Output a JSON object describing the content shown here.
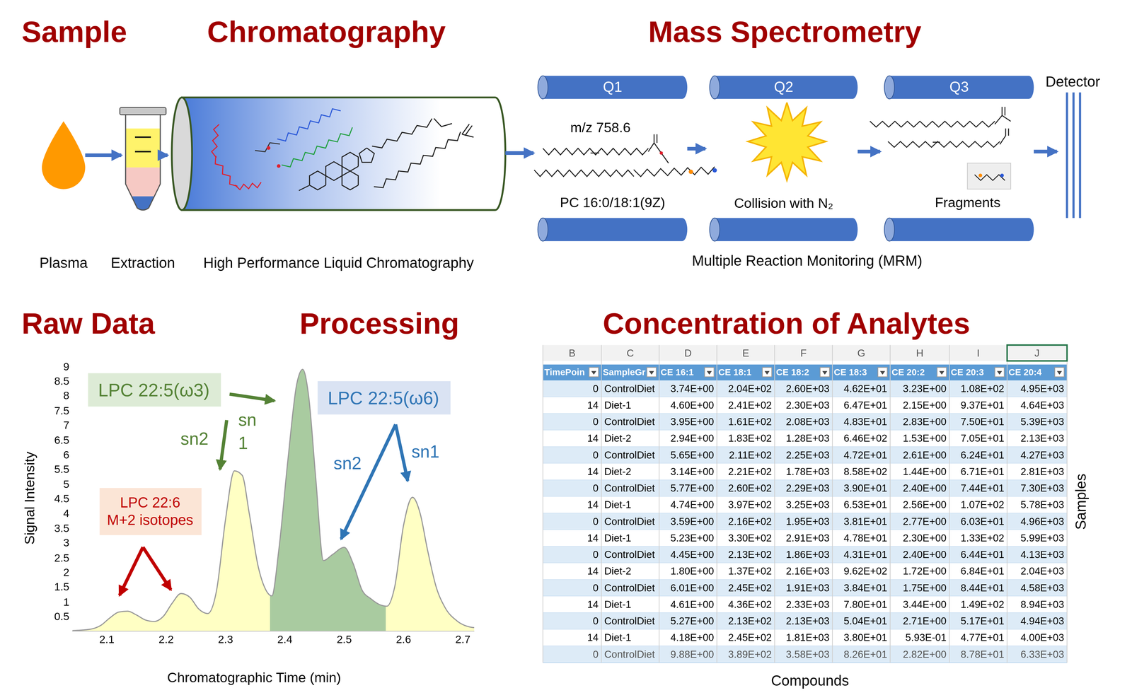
{
  "diagram": {
    "nodes": [
      {
        "text": [
          "Plasma"
        ]
      },
      {
        "text": [
          "Extraction"
        ]
      },
      {
        "text": [
          "High Performance Liquid Chromatography"
        ]
      },
      {
        "text": [
          "Q1",
          "m/z 758.6",
          "PC 16:0/18:1(9Z)"
        ]
      },
      {
        "text": [
          "Q2",
          "Collision with N₂"
        ]
      },
      {
        "text": [
          "Q3",
          "Fragments"
        ]
      },
      {
        "text": [
          "Detector"
        ]
      },
      {
        "text": [
          "LPC 22:5(ω3)"
        ]
      },
      {
        "text": [
          "LPC 22:5(ω6)"
        ]
      },
      {
        "text": [
          "LPC 22:6 M+2 isotopes"
        ]
      }
    ],
    "edges": [
      {
        "from": 0,
        "to": 1,
        "arrow": "to"
      },
      {
        "from": 1,
        "to": 2,
        "arrow": "to"
      },
      {
        "from": 2,
        "to": 3,
        "arrow": "to"
      },
      {
        "from": 3,
        "to": 4,
        "arrow": "to"
      },
      {
        "from": 4,
        "to": 5,
        "arrow": "to"
      },
      {
        "from": 5,
        "to": 6,
        "arrow": "to"
      }
    ],
    "labels": [
      "Sample",
      "Chromatography",
      "Mass Spectrometry",
      "Raw Data",
      "Processing",
      "Concentration of Analytes",
      "Multiple Reaction Monitoring (MRM)",
      "Signal Intensity",
      "Chromatographic Time (min)",
      "9",
      "8.5",
      "8",
      "7.5",
      "7",
      "6.5",
      "6",
      "5.5",
      "5",
      "4.5",
      "4",
      "3.5",
      "3",
      "2.5",
      "2",
      "1.5",
      "1",
      "0.5",
      "2.1",
      "2.2",
      "2.3",
      "2.4",
      "2.5",
      "2.6",
      "2.7",
      "sn2",
      "sn 1",
      "sn2",
      "sn1",
      "Samples",
      "Compounds",
      "B",
      "C",
      "D",
      "E",
      "F",
      "G",
      "H",
      "I",
      "J",
      "TimePoin",
      "SampleGr",
      "CE 16:1",
      "CE 18:1",
      "CE 18:2",
      "CE 18:3",
      "CE 20:2",
      "CE 20:3",
      "CE 20:4",
      "0",
      "ControlDiet",
      "3.74E+00",
      "2.04E+02",
      "2.60E+03",
      "4.62E+01",
      "3.23E+00",
      "1.08E+02",
      "4.95E+03",
      "14",
      "Diet-1",
      "4.60E+00",
      "2.41E+02",
      "2.30E+03",
      "6.47E+01",
      "2.15E+00",
      "9.37E+01",
      "4.64E+03",
      "0",
      "ControlDiet",
      "3.95E+00",
      "1.61E+02",
      "2.08E+03",
      "4.83E+01",
      "2.83E+00",
      "7.50E+01",
      "5.39E+03",
      "14",
      "Diet-2",
      "2.94E+00",
      "1.83E+02",
      "1.28E+03",
      "6.46E+02",
      "1.53E+00",
      "7.05E+01",
      "2.13E+03",
      "0",
      "ControlDiet",
      "5.65E+00",
      "2.11E+02",
      "2.25E+03",
      "4.72E+01",
      "2.61E+00",
      "6.24E+01",
      "4.27E+03",
      "14",
      "Diet-2",
      "3.14E+00",
      "2.21E+02",
      "1.78E+03",
      "8.58E+02",
      "1.44E+00",
      "6.71E+01",
      "2.81E+03",
      "0",
      "ControlDiet",
      "5.77E+00",
      "2.60E+02",
      "2.29E+03",
      "3.90E+01",
      "2.40E+00",
      "7.44E+01",
      "7.30E+03",
      "14",
      "Diet-1",
      "4.74E+00",
      "3.97E+02",
      "3.25E+03",
      "6.53E+01",
      "2.56E+00",
      "1.07E+02",
      "5.78E+03",
      "0",
      "ControlDiet",
      "3.59E+00",
      "2.16E+02",
      "1.95E+03",
      "3.81E+01",
      "2.77E+00",
      "6.03E+01",
      "4.96E+03",
      "14",
      "Diet-1",
      "5.23E+00",
      "3.30E+02",
      "2.91E+03",
      "4.78E+01",
      "2.30E+00",
      "1.33E+02",
      "5.99E+03",
      "0",
      "ControlDiet",
      "4.45E+00",
      "2.13E+02",
      "1.86E+03",
      "4.31E+01",
      "2.40E+00",
      "6.44E+01",
      "4.13E+03",
      "14",
      "Diet-2",
      "1.80E+00",
      "1.37E+02",
      "2.16E+03",
      "9.62E+02",
      "1.72E+00",
      "6.84E+01",
      "2.04E+03",
      "0",
      "ControlDiet",
      "6.01E+00",
      "2.45E+02",
      "1.91E+03",
      "3.84E+01",
      "1.75E+00",
      "8.44E+01",
      "4.58E+03",
      "14",
      "Diet-1",
      "4.61E+00",
      "4.36E+02",
      "2.33E+03",
      "7.80E+01",
      "3.44E+00",
      "1.49E+02",
      "8.94E+03",
      "0",
      "ControlDiet",
      "5.27E+00",
      "2.13E+02",
      "2.13E+03",
      "5.04E+01",
      "2.71E+00",
      "5.17E+01",
      "4.94E+03",
      "14",
      "Diet-1",
      "4.18E+00",
      "2.45E+02",
      "1.81E+03",
      "3.80E+01",
      "5.93E-01",
      "4.77E+01",
      "4.00E+03",
      "0",
      "ControlDiet",
      "9.88E+00",
      "3.89E+02",
      "3.58E+03",
      "8.26E+01",
      "2.82E+00",
      "8.78E+01",
      "6.33E+03"
    ]
  }
}
